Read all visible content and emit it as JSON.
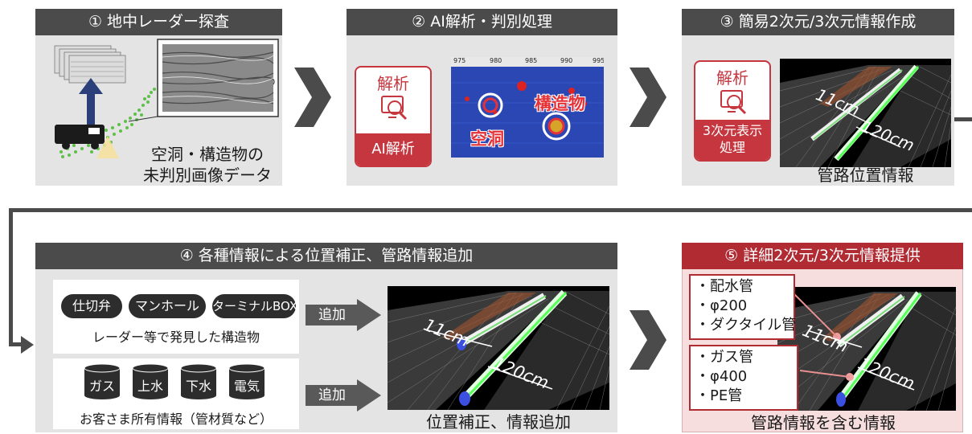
{
  "step1": {
    "title": "① 地中レーダー探査",
    "caption_line1": "空洞・構造物の",
    "caption_line2": "未判別画像データ"
  },
  "step2": {
    "title": "② AI解析・判別処理",
    "icon_top": "解析",
    "icon_bottom": "AI解析",
    "scale_ticks": [
      "975",
      "980",
      "985",
      "990",
      "995"
    ],
    "label_cavity": "空洞",
    "label_structure": "構造物"
  },
  "step3": {
    "title": "③ 簡易2次元/3次元情報作成",
    "icon_top": "解析",
    "icon_bottom_line1": "3次元表示",
    "icon_bottom_line2": "処理",
    "label_11": "11cm",
    "label_120": "120cm",
    "caption": "管路位置情報"
  },
  "step4": {
    "title": "④ 各種情報による位置補正、管路情報追加",
    "structures": [
      "仕切弁",
      "マンホール",
      "ターミナルBOX"
    ],
    "structures_caption": "レーダー等で発見した構造物",
    "utilities": [
      "ガス",
      "上水",
      "下水",
      "電気"
    ],
    "utilities_caption": "お客さま所有情報（管材質など）",
    "add_label": "追加",
    "label_11": "11cm",
    "label_120": "120cm",
    "caption": "位置補正、情報追加"
  },
  "step5": {
    "title": "⑤ 詳細2次元/3次元情報提供",
    "water": [
      "・配水管",
      "・φ200",
      "・ダクタイル管"
    ],
    "gas": [
      "・ガス管",
      "・φ400",
      "・PE管"
    ],
    "label_11": "11cm",
    "label_120": "120cm",
    "caption": "管路情報を含む情報"
  },
  "colors": {
    "header": "#4b4b4b",
    "accent_red": "#b12b33",
    "panel_bg": "#e4e4e4",
    "highlight_bg": "#f7dede"
  }
}
